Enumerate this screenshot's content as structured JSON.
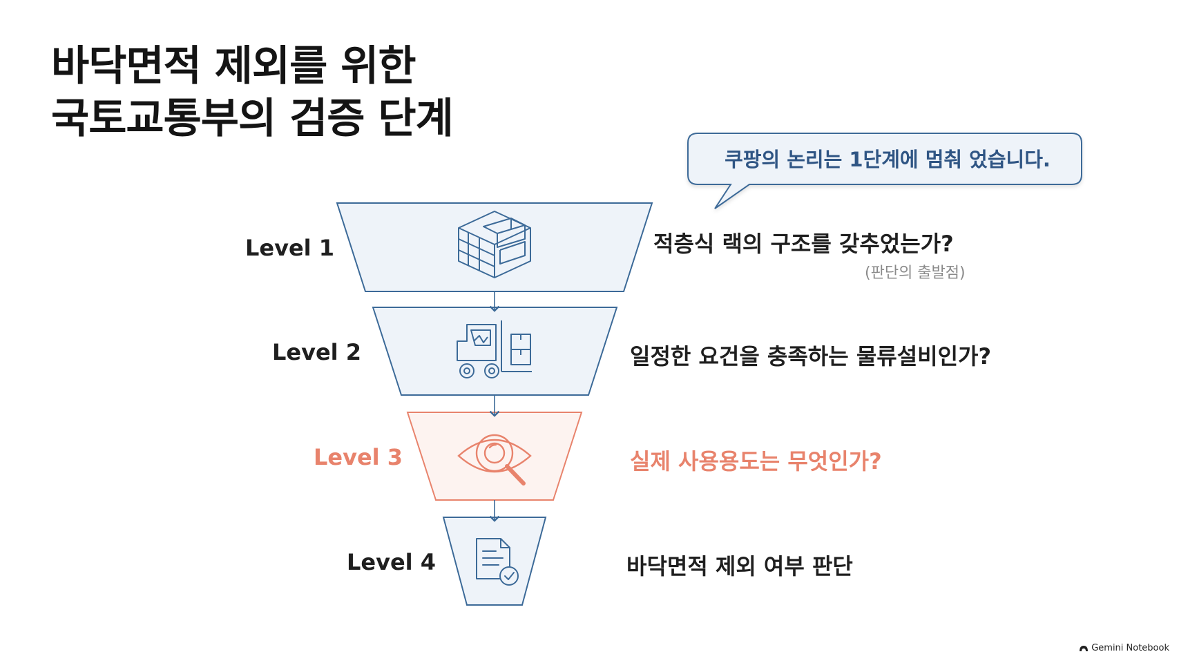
{
  "title": {
    "line1": "바닥면적 제외를 위한",
    "line2": "국토교통부의 검증 단계"
  },
  "callout": "쿠팡의 논리는 1단계에 멈춰 었습니다.",
  "levels": [
    {
      "label": "Level 1",
      "question": "적층식 랙의 구조를 갖추었는가?",
      "note": "(판단의 출발점)",
      "icon": "rack-icon",
      "highlighted": false
    },
    {
      "label": "Level 2",
      "question": "일정한 요건을 충족하는 물류설비인가?",
      "icon": "forklift-icon",
      "highlighted": false
    },
    {
      "label": "Level 3",
      "question": "실제 사용용도는 무엇인가?",
      "icon": "eye-magnifier-icon",
      "highlighted": true
    },
    {
      "label": "Level 4",
      "question": "바닥면적 제외 여부 판단",
      "icon": "document-check-icon",
      "highlighted": false
    }
  ],
  "colors": {
    "stroke": "#3c6a98",
    "fill": "#eef3f9",
    "accent": "#e8836c",
    "accent_fill": "#fdf3f0",
    "callout_text": "#2f5584"
  },
  "brand": "Gemini Notebook"
}
